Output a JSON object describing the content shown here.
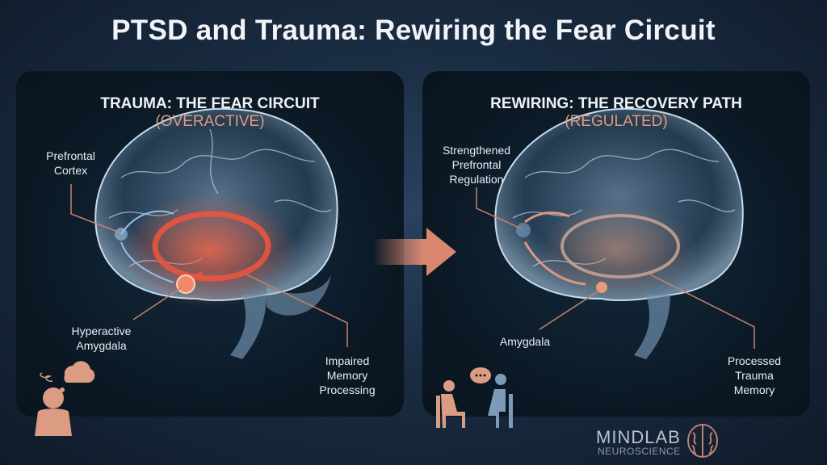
{
  "title": "PTSD and Trauma: Rewiring the Fear Circuit",
  "left_panel": {
    "title": "TRAUMA: THE FEAR CIRCUIT",
    "subtitle": "(OVERACTIVE)",
    "labels": {
      "prefrontal": "Prefrontal Cortex",
      "amygdala": "Hyperactive Amygdala",
      "memory": "Impaired Memory Processing"
    }
  },
  "right_panel": {
    "title": "REWIRING: THE RECOVERY PATH",
    "subtitle": "(REGULATED)",
    "labels": {
      "prefrontal": "Strengthened Prefrontal Regulation",
      "amygdala": "Amygdala",
      "memory": "Processed Trauma Memory"
    }
  },
  "logo": {
    "name": "MINDLAB",
    "tagline": "NEUROSCIENCE"
  },
  "colors": {
    "accent": "#e39a80",
    "circuit_active": "#e0553f",
    "panel": "#0b1824"
  },
  "icons": [
    "distressed-person-icon",
    "therapy-session-icon",
    "transition-arrow-icon",
    "brain-logo-icon"
  ]
}
